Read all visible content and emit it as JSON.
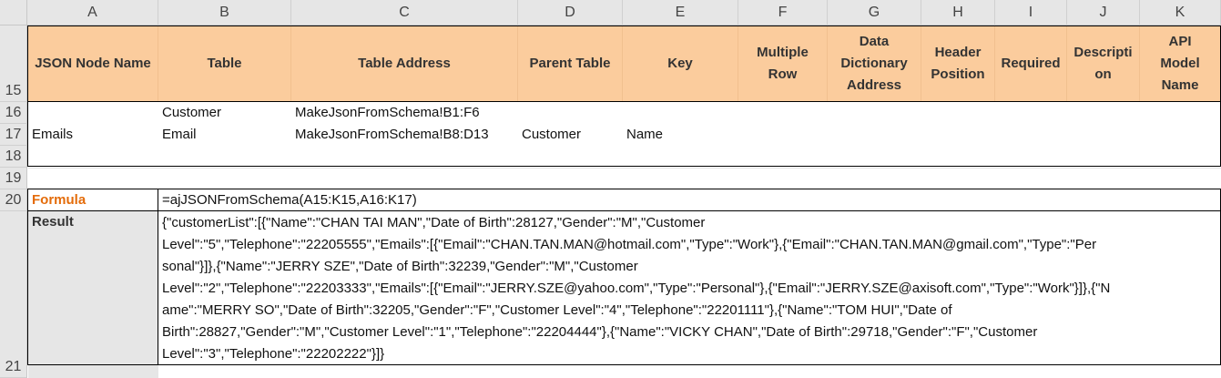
{
  "columns": [
    "A",
    "B",
    "C",
    "D",
    "E",
    "F",
    "G",
    "H",
    "I",
    "J",
    "K"
  ],
  "rows": {
    "r15": "15",
    "r16": "16",
    "r17": "17",
    "r18": "18",
    "r19": "19",
    "r20": "20",
    "r21": "21"
  },
  "header": {
    "json_node_name": "JSON Node Name",
    "table": "Table",
    "table_address": "Table Address",
    "parent_table": "Parent Table",
    "key": "Key",
    "multiple_row": "Multiple Row",
    "data_dictionary_address": "Data Dictionary Address",
    "header_position": "Header Position",
    "required": "Required",
    "description": "Description",
    "api_model_name": "API Model Name"
  },
  "data_rows": [
    {
      "node": "",
      "table": "Customer",
      "address": "MakeJsonFromSchema!B1:F6",
      "parent": "",
      "key": ""
    },
    {
      "node": "Emails",
      "table": "Email",
      "address": "MakeJsonFromSchema!B8:D13",
      "parent": "Customer",
      "key": "Name"
    }
  ],
  "formula_label": "Formula",
  "formula": "=ajJSONFromSchema(A15:K15,A16:K17)",
  "result_label": "Result",
  "result": "{\"customerList\":[{\"Name\":\"CHAN TAI MAN\",\"Date of Birth\":28127,\"Gender\":\"M\",\"Customer Level\":\"5\",\"Telephone\":\"22205555\",\"Emails\":[{\"Email\":\"CHAN.TAN.MAN@hotmail.com\",\"Type\":\"Work\"},{\"Email\":\"CHAN.TAN.MAN@gmail.com\",\"Type\":\"Personal\"}]},{\"Name\":\"JERRY SZE\",\"Date of Birth\":32239,\"Gender\":\"M\",\"Customer Level\":\"2\",\"Telephone\":\"22203333\",\"Emails\":[{\"Email\":\"JERRY.SZE@yahoo.com\",\"Type\":\"Personal\"},{\"Email\":\"JERRY.SZE@axisoft.com\",\"Type\":\"Work\"}]},{\"Name\":\"MERRY SO\",\"Date of Birth\":32205,\"Gender\":\"F\",\"Customer Level\":\"4\",\"Telephone\":\"22201111\"},{\"Name\":\"TOM HUI\",\"Date of Birth\":28827,\"Gender\":\"M\",\"Customer Level\":\"1\",\"Telephone\":\"22204444\"},{\"Name\":\"VICKY CHAN\",\"Date of Birth\":29718,\"Gender\":\"F\",\"Customer Level\":\"3\",\"Telephone\":\"22202222\"}]}",
  "result_lines": [
    "{\"customerList\":[{\"Name\":\"CHAN TAI MAN\",\"Date of Birth\":28127,\"Gender\":\"M\",\"Customer",
    "Level\":\"5\",\"Telephone\":\"22205555\",\"Emails\":[{\"Email\":\"CHAN.TAN.MAN@hotmail.com\",\"Type\":\"Work\"},{\"Email\":\"CHAN.TAN.MAN@gmail.com\",\"Type\":\"Per",
    "sonal\"}]},{\"Name\":\"JERRY SZE\",\"Date of Birth\":32239,\"Gender\":\"M\",\"Customer",
    "Level\":\"2\",\"Telephone\":\"22203333\",\"Emails\":[{\"Email\":\"JERRY.SZE@yahoo.com\",\"Type\":\"Personal\"},{\"Email\":\"JERRY.SZE@axisoft.com\",\"Type\":\"Work\"}]},{\"N",
    "ame\":\"MERRY SO\",\"Date of Birth\":32205,\"Gender\":\"F\",\"Customer Level\":\"4\",\"Telephone\":\"22201111\"},{\"Name\":\"TOM HUI\",\"Date of",
    "Birth\":28827,\"Gender\":\"M\",\"Customer Level\":\"1\",\"Telephone\":\"22204444\"},{\"Name\":\"VICKY CHAN\",\"Date of Birth\":29718,\"Gender\":\"F\",\"Customer",
    "Level\":\"3\",\"Telephone\":\"22202222\"}]}"
  ],
  "colors": {
    "header_fill": "#fbcc9d",
    "formula_label": "#e46c0a",
    "result_label_fill": "#e6e6e6"
  }
}
